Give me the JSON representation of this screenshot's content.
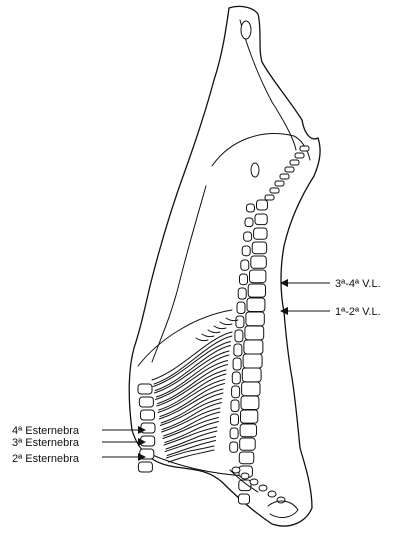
{
  "figure": {
    "vertebra_labels": [
      "3ª-4ª V.L.",
      "1ª-2ª V.L."
    ],
    "sternebra_labels": [
      "4ª Esternebra",
      "3ª Esternebra",
      "2ª Esternebra"
    ]
  }
}
